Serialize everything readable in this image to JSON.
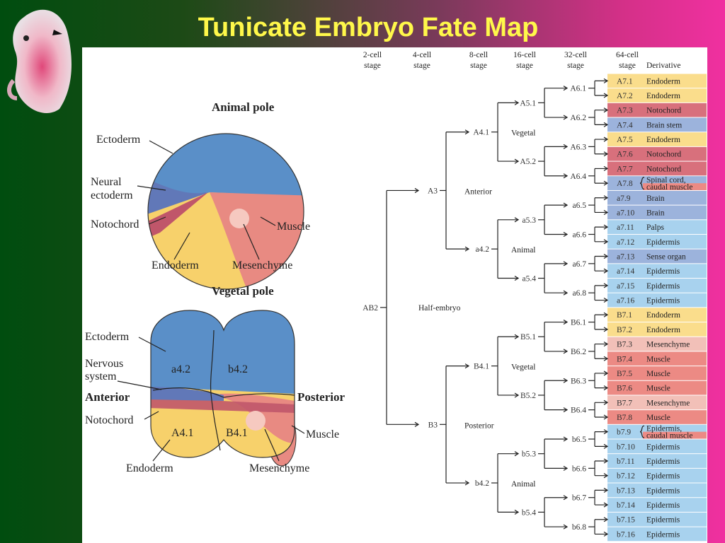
{
  "title": "Tunicate Embryo Fate Map",
  "colors": {
    "ectoderm": "#5a8fc8",
    "neural": "#5f74b8",
    "notochord": "#c0566a",
    "endoderm": "#f7d16b",
    "muscle": "#e88a82",
    "mesenchyme": "#f6c9c0",
    "box_yellow": "#fadd8c",
    "box_red": "#d8707c",
    "box_blue": "#9cb3dc",
    "box_lightblue": "#a8d2ee",
    "box_pink": "#f2c0b8",
    "box_muscle": "#ec8a84"
  },
  "top_diagram": {
    "animal_pole": "Animal pole",
    "vegetal_pole": "Vegetal pole",
    "ectoderm": "Ectoderm",
    "neural_ectoderm_1": "Neural",
    "neural_ectoderm_2": "ectoderm",
    "notochord": "Notochord",
    "endoderm": "Endoderm",
    "mesenchyme": "Mesenchyme",
    "muscle": "Muscle"
  },
  "bottom_diagram": {
    "ectoderm": "Ectoderm",
    "nervous_1": "Nervous",
    "nervous_2": "system",
    "anterior": "Anterior",
    "posterior": "Posterior",
    "notochord": "Notochord",
    "endoderm": "Endoderm",
    "mesenchyme": "Mesenchyme",
    "muscle": "Muscle",
    "a42": "a4.2",
    "b42": "b4.2",
    "A41": "A4.1",
    "B41": "B4.1"
  },
  "tree": {
    "headers": [
      [
        "2-cell",
        "stage"
      ],
      [
        "4-cell",
        "stage"
      ],
      [
        "8-cell",
        "stage"
      ],
      [
        "16-cell",
        "stage"
      ],
      [
        "32-cell",
        "stage"
      ],
      [
        "64-cell",
        "stage"
      ]
    ],
    "derivative_header": "Derivative",
    "root": "AB2",
    "half_embryo": "Half-embryo",
    "anterior": "Anterior",
    "posterior": "Posterior",
    "vegetal": "Vegetal",
    "animal": "Animal",
    "cells4": [
      "A3",
      "B3"
    ],
    "cells8": [
      "A4.1",
      "a4.2",
      "B4.1",
      "b4.2"
    ],
    "cells16": [
      "A5.1",
      "A5.2",
      "a5.3",
      "a5.4",
      "B5.1",
      "B5.2",
      "b5.3",
      "b5.4"
    ],
    "cells32": [
      "A6.1",
      "A6.2",
      "A6.3",
      "A6.4",
      "a6.5",
      "a6.6",
      "a6.7",
      "a6.8",
      "B6.1",
      "B6.2",
      "B6.3",
      "B6.4",
      "b6.5",
      "b6.6",
      "b6.7",
      "b6.8"
    ],
    "cells64": [
      {
        "id": "A7.1",
        "fate": "Endoderm",
        "color": "yellow"
      },
      {
        "id": "A7.2",
        "fate": "Endoderm",
        "color": "yellow"
      },
      {
        "id": "A7.3",
        "fate": "Notochord",
        "color": "red"
      },
      {
        "id": "A7.4",
        "fate": "Brain stem",
        "color": "blue"
      },
      {
        "id": "A7.5",
        "fate": "Endoderm",
        "color": "yellow"
      },
      {
        "id": "A7.6",
        "fate": "Notochord",
        "color": "red"
      },
      {
        "id": "A7.7",
        "fate": "Notochord",
        "color": "red"
      },
      {
        "id": "A7.8",
        "fate": "Spinal cord,",
        "fate2": "caudal muscle",
        "color": "split-blue-muscle"
      },
      {
        "id": "a7.9",
        "fate": "Brain",
        "color": "blue"
      },
      {
        "id": "a7.10",
        "fate": "Brain",
        "color": "blue"
      },
      {
        "id": "a7.11",
        "fate": "Palps",
        "color": "lightblue"
      },
      {
        "id": "a7.12",
        "fate": "Epidermis",
        "color": "lightblue"
      },
      {
        "id": "a7.13",
        "fate": "Sense organ",
        "color": "blue"
      },
      {
        "id": "a7.14",
        "fate": "Epidermis",
        "color": "lightblue"
      },
      {
        "id": "a7.15",
        "fate": "Epidermis",
        "color": "lightblue"
      },
      {
        "id": "a7.16",
        "fate": "Epidermis",
        "color": "lightblue"
      },
      {
        "id": "B7.1",
        "fate": "Endoderm",
        "color": "yellow"
      },
      {
        "id": "B7.2",
        "fate": "Endoderm",
        "color": "yellow"
      },
      {
        "id": "B7.3",
        "fate": "Mesenchyme",
        "color": "pink"
      },
      {
        "id": "B7.4",
        "fate": "Muscle",
        "color": "muscle"
      },
      {
        "id": "B7.5",
        "fate": "Muscle",
        "color": "muscle"
      },
      {
        "id": "B7.6",
        "fate": "Muscle",
        "color": "muscle"
      },
      {
        "id": "B7.7",
        "fate": "Mesenchyme",
        "color": "pink"
      },
      {
        "id": "B7.8",
        "fate": "Muscle",
        "color": "muscle"
      },
      {
        "id": "b7.9",
        "fate": "Epidermis,",
        "fate2": "caudal muscle",
        "color": "split-lightblue-muscle"
      },
      {
        "id": "b7.10",
        "fate": "Epidermis",
        "color": "lightblue"
      },
      {
        "id": "b7.11",
        "fate": "Epidermis",
        "color": "lightblue"
      },
      {
        "id": "b7.12",
        "fate": "Epidermis",
        "color": "lightblue"
      },
      {
        "id": "b7.13",
        "fate": "Epidermis",
        "color": "lightblue"
      },
      {
        "id": "b7.14",
        "fate": "Epidermis",
        "color": "lightblue"
      },
      {
        "id": "b7.15",
        "fate": "Epidermis",
        "color": "lightblue"
      },
      {
        "id": "b7.16",
        "fate": "Epidermis",
        "color": "lightblue"
      }
    ]
  }
}
